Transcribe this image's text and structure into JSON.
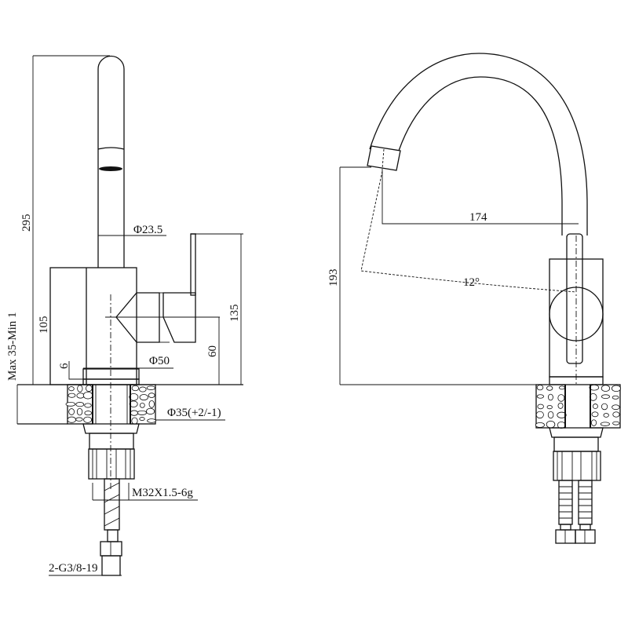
{
  "left_view": {
    "dim_height": "295",
    "dim_spout_diameter": "Φ23.5",
    "dim_handle_height": "135",
    "dim_body_height": "105",
    "dim_countertop": "Max 35-Min 1",
    "dim_cartridge_height": "60",
    "dim_base_ring": "6",
    "dim_base_diameter": "Φ50",
    "dim_hole_diameter": "Φ35(+2/-1)",
    "dim_thread": "M32X1.5-6g",
    "dim_hose_connection": "2-G3/8-19"
  },
  "right_view": {
    "dim_reach": "174",
    "dim_spout_height": "193",
    "dim_angle": "12°"
  },
  "colors": {
    "line": "#111111",
    "background": "#ffffff"
  }
}
